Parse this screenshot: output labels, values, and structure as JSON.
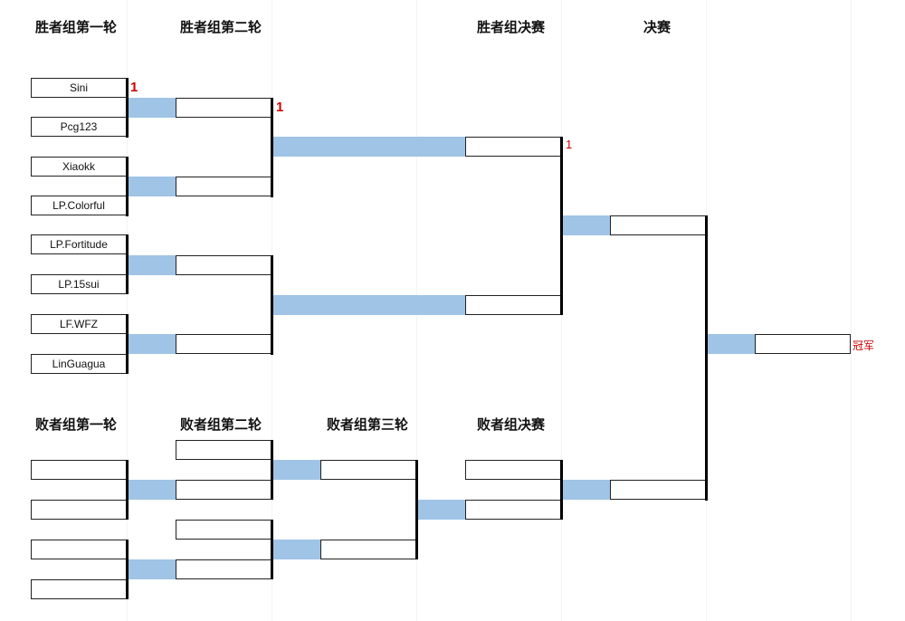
{
  "rounds": {
    "wb_r1": "胜者组第一轮",
    "wb_r2": "胜者组第二轮",
    "wb_final": "胜者组决赛",
    "grand_final": "决赛",
    "lb_r1": "败者组第一轮",
    "lb_r2": "败者组第二轮",
    "lb_r3": "败者组第三轮",
    "lb_final": "败者组决赛"
  },
  "players": {
    "p1": "Sini",
    "p2": "Pcg123",
    "p3": "Xiaokk",
    "p4": "LP.Colorful",
    "p5": "LP.Fortitude",
    "p6": "LP.15sui",
    "p7": "LF.WFZ",
    "p8": "LinGuagua"
  },
  "scores": {
    "wb_r1_m1": "1",
    "wb_r2_m1": "1",
    "wb_final_top": "1"
  },
  "champion_label": "冠军",
  "colors": {
    "connector_fill": "#9fc4e6",
    "line": "#000000",
    "score": "#cc0000"
  }
}
